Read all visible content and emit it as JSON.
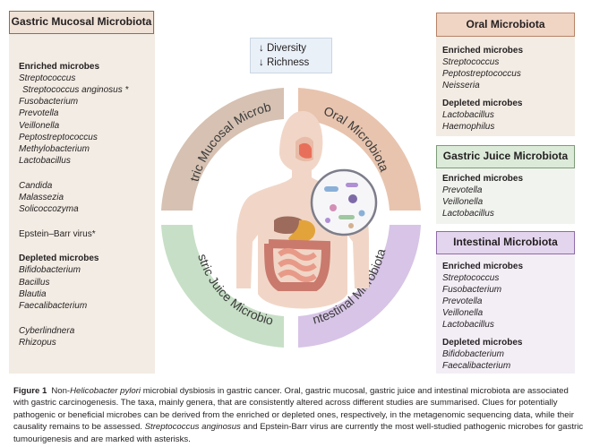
{
  "diversity_box": {
    "line1": "↓ Diversity",
    "line2": "↓ Richness"
  },
  "ring": {
    "oral": "Oral Microbiota",
    "gastric_mucosal": "Gastric Mucosal Microbiota",
    "gastric_juice": "Gastric Juice Microbiota",
    "intestinal": "Intestinal Microbiota"
  },
  "colors": {
    "oral": "#e8c4ae",
    "gastric_mucosal": "#d6c1b2",
    "gastric_juice": "#c7dfc6",
    "intestinal": "#d7c4e6"
  },
  "icons": [
    "human-torso-icon",
    "stomach-icon",
    "intestine-icon",
    "magnified-bacteria-icon"
  ],
  "gastric_panel": {
    "title": "Gastric Mucosal Microbiota",
    "enriched_heading": "Enriched microbes",
    "enriched": [
      "Streptococcus",
      "Streptococcus anginosus *",
      "Fusobacterium",
      "Prevotella",
      "Veillonella",
      "Peptostreptococcus",
      "Methylobacterium",
      "Lactobacillus"
    ],
    "fungi": [
      "Candida",
      "Malassezia",
      "Solicoccozyma"
    ],
    "virus": "Epstein–Barr virus*",
    "depleted_heading": "Depleted microbes",
    "depleted": [
      "Bifidobacterium",
      "Bacillus",
      "Blautia",
      "Faecalibacterium"
    ],
    "depleted_fungi": [
      "Cyberlindnera",
      "Rhizopus"
    ]
  },
  "oral_panel": {
    "title": "Oral Microbiota",
    "enriched_heading": "Enriched microbes",
    "enriched": [
      "Streptococcus",
      "Peptostreptococcus",
      "Neisseria"
    ],
    "depleted_heading": "Depleted microbes",
    "depleted": [
      "Lactobacillus",
      "Haemophilus"
    ]
  },
  "juice_panel": {
    "title": "Gastric Juice Microbiota",
    "enriched_heading": "Enriched microbes",
    "enriched": [
      "Prevotella",
      "Veillonella",
      "Lactobacillus"
    ]
  },
  "intestinal_panel": {
    "title": "Intestinal Microbiota",
    "enriched_heading": "Enriched microbes",
    "enriched": [
      "Streptococcus",
      "Fusobacterium",
      "Prevotella",
      "Veillonella",
      "Lactobacillus"
    ],
    "depleted_heading": "Depleted microbes",
    "depleted": [
      "Bifidobacterium",
      "Faecalibacterium"
    ]
  },
  "caption": {
    "label": "Figure 1",
    "l1a": "Non-",
    "l1b": "Helicobacter pylori",
    "l1c": " microbial dysbiosis in gastric cancer. Oral, gastric mucosal, gastric juice and intestinal microbiota are associated",
    "l2": "with gastric carcinogenesis. The taxa, mainly genera, that are consistently altered across different studies are summarised. Clues for potentially",
    "l3": "pathogenic or beneficial microbes can be derived from the enriched or depleted ones, respectively, in the metagenomic sequencing data, while their",
    "l4a": "causality remains to be assessed. ",
    "l4b": "Streptococcus anginosus",
    "l4c": " and Epstein-Barr virus are currently the most well-studied pathogenic microbes for gastric",
    "l5": "tumourigenesis and are marked with asterisks."
  }
}
